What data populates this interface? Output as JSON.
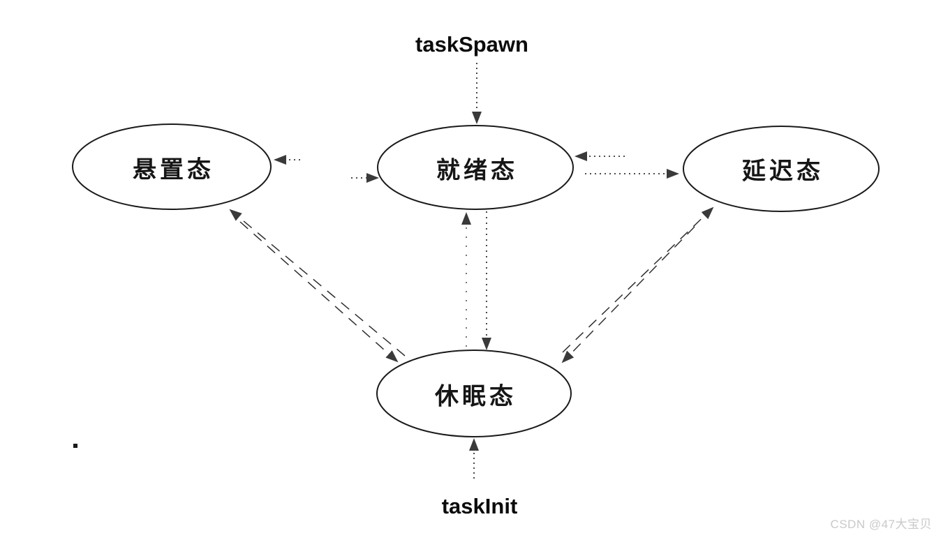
{
  "diagram": {
    "top_label": "taskSpawn",
    "bottom_label": "taskInit",
    "nodes": [
      {
        "id": "suspended",
        "label": "悬置态"
      },
      {
        "id": "ready",
        "label": "就绪态"
      },
      {
        "id": "delayed",
        "label": "延迟态"
      },
      {
        "id": "dormant",
        "label": "休眠态"
      }
    ],
    "edges": [
      {
        "from": "taskSpawn",
        "to": "ready",
        "style": "dotted"
      },
      {
        "from": "taskInit",
        "to": "dormant",
        "style": "dotted"
      },
      {
        "from": "ready",
        "to": "dormant",
        "style": "dotted"
      },
      {
        "from": "dormant",
        "to": "ready",
        "style": "dotted"
      },
      {
        "from": "ready",
        "to": "suspended",
        "style": "dotted"
      },
      {
        "from": "suspended",
        "to": "ready",
        "style": "dotted"
      },
      {
        "from": "delayed",
        "to": "ready",
        "style": "dotted"
      },
      {
        "from": "ready",
        "to": "delayed",
        "style": "dotted"
      },
      {
        "from": "dormant",
        "to": "suspended",
        "style": "dashed"
      },
      {
        "from": "suspended",
        "to": "dormant",
        "style": "dashed"
      },
      {
        "from": "dormant",
        "to": "delayed",
        "style": "dashed"
      },
      {
        "from": "delayed",
        "to": "dormant",
        "style": "dashed"
      }
    ],
    "colors": {
      "ink": "#1a1a1a",
      "arrowhead": "#3a3a3a"
    }
  },
  "watermark": {
    "text": "CSDN @47大宝贝",
    "color": "#c9c9c9"
  }
}
